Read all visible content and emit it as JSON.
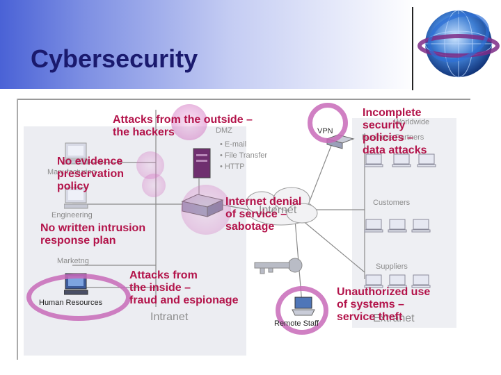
{
  "slide": {
    "title": "Cybersecurity"
  },
  "diagram": {
    "zones": {
      "dmz": "DMZ",
      "vpn": "VPN",
      "internet": "Internet",
      "intranet": "Intranet",
      "extranet": "Extranet"
    },
    "dmz_services": [
      "E-mail",
      "File Transfer",
      "HTTP"
    ],
    "departments": {
      "manufacturing": "Manufacturing",
      "engineering": "Engineering",
      "marketing": "Marketng",
      "human_resources": "Human Resources"
    },
    "external_groups": {
      "worldwide": "Worldwide",
      "business_partners": "Business Partners",
      "customers": "Customers",
      "suppliers": "Suppliers",
      "remote_staff": "Remote Staff"
    },
    "threats": {
      "outside": [
        "Attacks from the outside –",
        "the hackers"
      ],
      "no_evidence": [
        "No evidence",
        "preservation",
        "policy"
      ],
      "incomplete": [
        "Incomplete",
        "security",
        "policies –",
        "data attacks"
      ],
      "denial": [
        "Internet denial",
        "of service –",
        "sabotage"
      ],
      "no_intrusion": [
        "No written intrusion",
        "response plan"
      ],
      "inside": [
        "Attacks from",
        "the inside –",
        "fraud and espionage"
      ],
      "unauthorized": [
        "Unauthorized use",
        "of systems –",
        "service theft"
      ]
    },
    "colors": {
      "threat_text": "#b3134a",
      "highlight_circle": "#c86ab8",
      "header_blue": "#4a62d6",
      "title": "#1a1a6e"
    }
  }
}
